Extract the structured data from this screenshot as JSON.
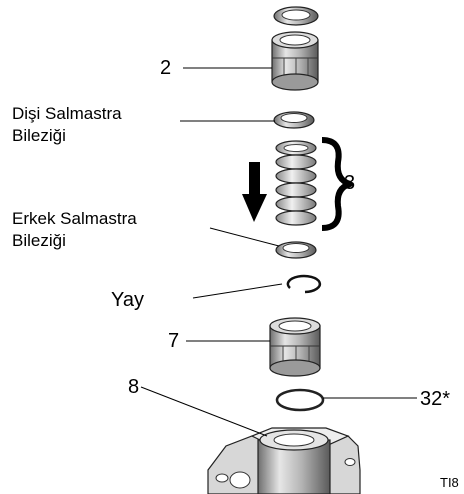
{
  "callouts": {
    "part_2": "2",
    "female_ring_line1": "Dişi Salmastra",
    "female_ring_line2": "Bileziği",
    "part_3": "3",
    "male_ring_line1": "Erkek Salmastra",
    "male_ring_line2": "Bileziği",
    "spring": "Yay",
    "part_7": "7",
    "part_8": "8",
    "part_32": "32*"
  },
  "figure_id": "TI8"
}
